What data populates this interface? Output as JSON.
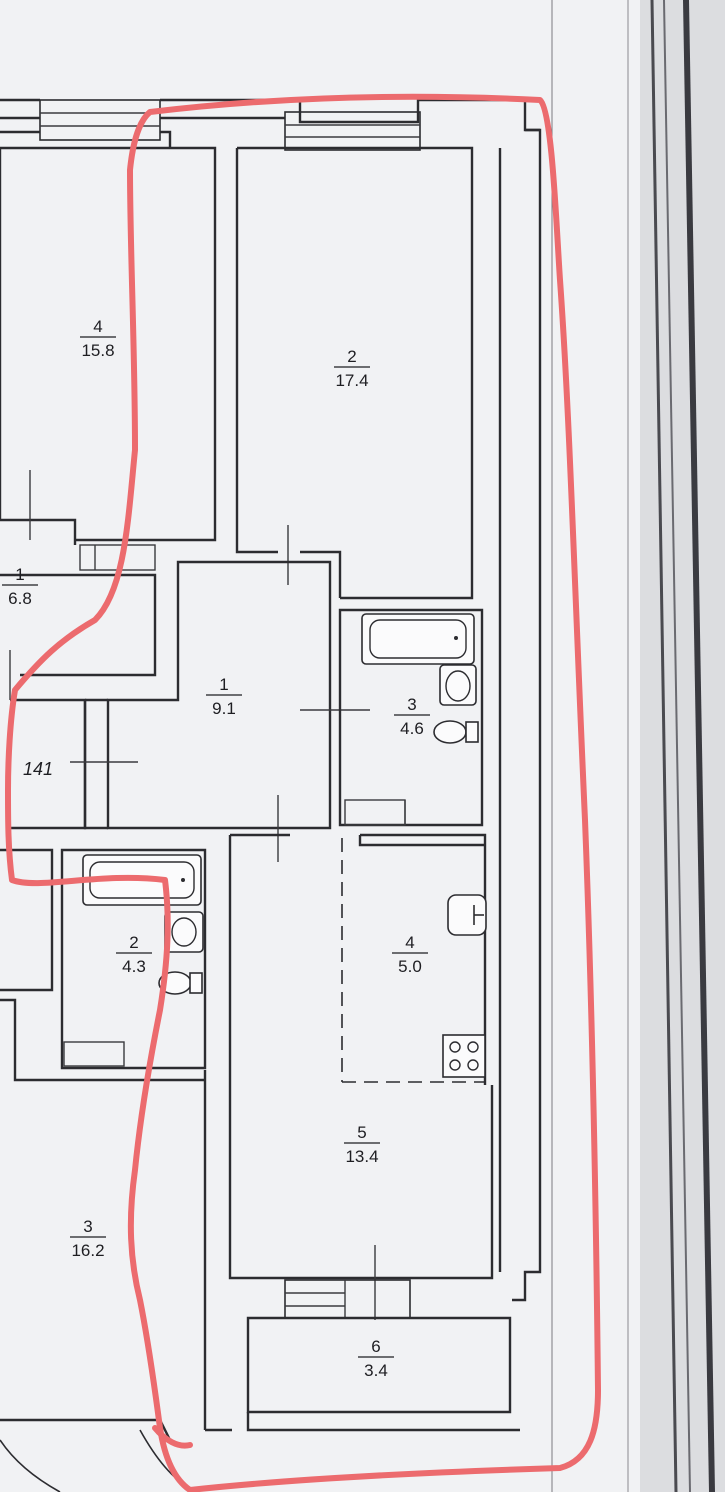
{
  "rooms": [
    {
      "id": "r4-left",
      "number": "4",
      "area": "15.8"
    },
    {
      "id": "r2-main",
      "number": "2",
      "area": "17.4"
    },
    {
      "id": "r1-left",
      "number": "1",
      "area": "6.8"
    },
    {
      "id": "r1-main",
      "number": "1",
      "area": "9.1"
    },
    {
      "id": "r3-bath",
      "number": "3",
      "area": "4.6"
    },
    {
      "id": "r2-bath",
      "number": "2",
      "area": "4.3"
    },
    {
      "id": "r4-kitch",
      "number": "4",
      "area": "5.0"
    },
    {
      "id": "r5-main",
      "number": "5",
      "area": "13.4"
    },
    {
      "id": "r3-left",
      "number": "3",
      "area": "16.2"
    },
    {
      "id": "r6-balc",
      "number": "6",
      "area": "3.4"
    }
  ],
  "apartment_number": "141",
  "colors": {
    "background": "#f1f2f4",
    "walls": "#2c2c30",
    "highlight_outline": "#ec6b6e"
  },
  "icons": [
    "bathtub-icon",
    "sink-icon",
    "toilet-icon",
    "stove-icon",
    "radiator-icon"
  ]
}
